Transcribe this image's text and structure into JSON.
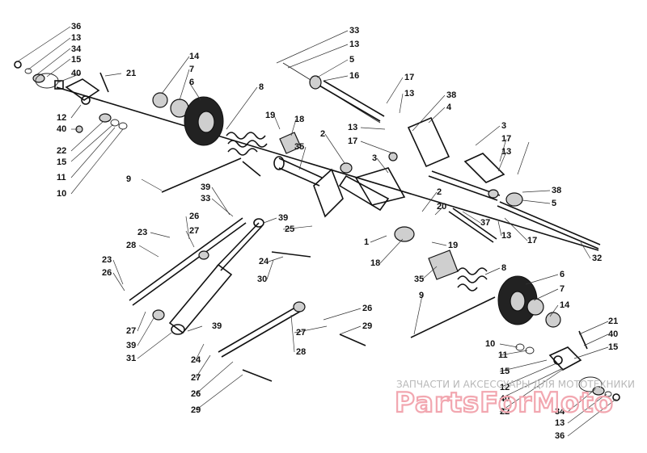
{
  "watermark": {
    "text": "ЗАПЧАСТИ И АКСЕССУАРЫ ДЛЯ МОТОТЕХНИКИ",
    "logo": "PartsForMoto"
  },
  "callouts": {
    "c1": "36",
    "c2": "13",
    "c3": "34",
    "c4": "15",
    "c5": "40",
    "c6": "21",
    "c7": "12",
    "c8": "40",
    "c9": "22",
    "c10": "15",
    "c11": "11",
    "c12": "10",
    "c13": "14",
    "c14": "7",
    "c15": "6",
    "c16": "8",
    "c17": "9",
    "c18": "33",
    "c19": "13",
    "c20": "5",
    "c21": "16",
    "c22": "17",
    "c23": "13",
    "c24": "38",
    "c25": "4",
    "c26": "19",
    "c27": "18",
    "c28": "2",
    "c29": "35",
    "c30": "13",
    "c31": "17",
    "c32": "3",
    "c33": "3",
    "c34": "17",
    "c35": "13",
    "c36": "38",
    "c37": "5",
    "c38": "2",
    "c39": "20",
    "c40": "37",
    "c41": "13",
    "c42": "17",
    "c43": "32",
    "c44": "1",
    "c45": "19",
    "c46": "18",
    "c47": "39",
    "c48": "33",
    "c49": "39",
    "c50": "25",
    "c51": "24",
    "c52": "30",
    "c53": "23",
    "c54": "26",
    "c55": "27",
    "c56": "28",
    "c57": "23",
    "c58": "26",
    "c59": "27",
    "c60": "39",
    "c61": "31",
    "c62": "39",
    "c63": "24",
    "c64": "27",
    "c65": "26",
    "c66": "29",
    "c67": "26",
    "c68": "27",
    "c69": "29",
    "c70": "28",
    "c71": "35",
    "c72": "9",
    "c73": "8",
    "c74": "6",
    "c75": "7",
    "c76": "14",
    "c77": "21",
    "c78": "40",
    "c79": "10",
    "c80": "11",
    "c81": "15",
    "c82": "15",
    "c83": "12",
    "c84": "40",
    "c85": "22",
    "c86": "34",
    "c87": "13",
    "c88": "36"
  }
}
